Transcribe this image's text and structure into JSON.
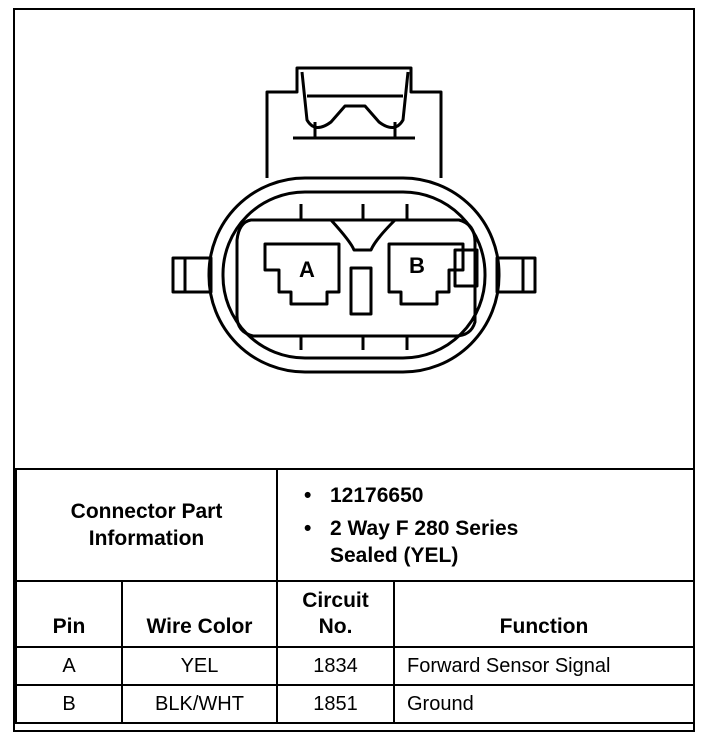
{
  "connector": {
    "pins": [
      {
        "letter": "A"
      },
      {
        "letter": "B"
      }
    ]
  },
  "part_info": {
    "label_line1": "Connector Part",
    "label_line2": "Information",
    "bullet": "•",
    "part_number": "12176650",
    "description_line1": "2 Way F 280 Series",
    "description_line2": "Sealed (YEL)"
  },
  "table": {
    "headers": {
      "pin": "Pin",
      "wire_color": "Wire Color",
      "circuit_line1": "Circuit",
      "circuit_line2": "No.",
      "function": "Function"
    },
    "rows": [
      {
        "pin": "A",
        "wire_color": "YEL",
        "circuit": "1834",
        "function": "Forward Sensor Signal"
      },
      {
        "pin": "B",
        "wire_color": "BLK/WHT",
        "circuit": "1851",
        "function": "Ground"
      }
    ]
  }
}
